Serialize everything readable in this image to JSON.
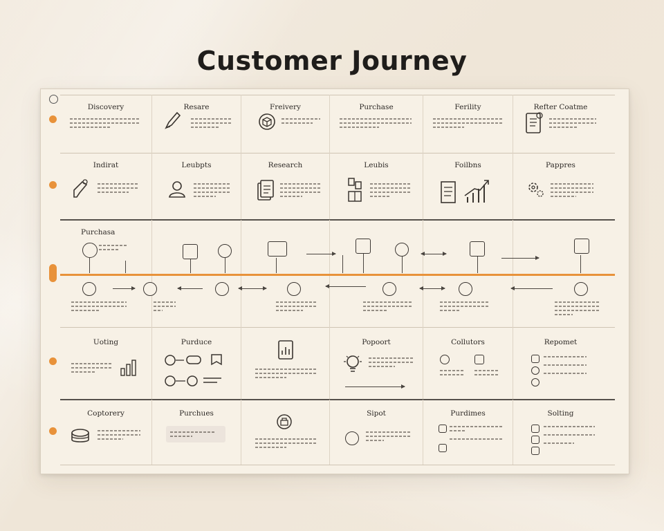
{
  "title": "Customer Journey",
  "rows": [
    {
      "id": "row1",
      "cells": [
        "Discovery",
        "Resare",
        "Freivery",
        "Purchase",
        "Ferility",
        "Refter Coatme"
      ]
    },
    {
      "id": "row2",
      "cells": [
        "Indirat",
        "Leubpts",
        "Research",
        "Leubis",
        "Foilbns",
        "Pappres"
      ]
    },
    {
      "id": "row3",
      "cells": [
        "Purchasa",
        "",
        "",
        "",
        "",
        ""
      ]
    },
    {
      "id": "row4",
      "cells": [
        "Uoting",
        "Purduce",
        "",
        "Popoort",
        "Collutors",
        "Repomet"
      ]
    },
    {
      "id": "row5",
      "cells": [
        "Coptorery",
        "Purchues",
        "",
        "Sipot",
        "Purdimes",
        "Solting"
      ]
    }
  ],
  "colors": {
    "accent": "#e8923a",
    "ink": "#2b2724",
    "paper": "#f7f1e6"
  }
}
